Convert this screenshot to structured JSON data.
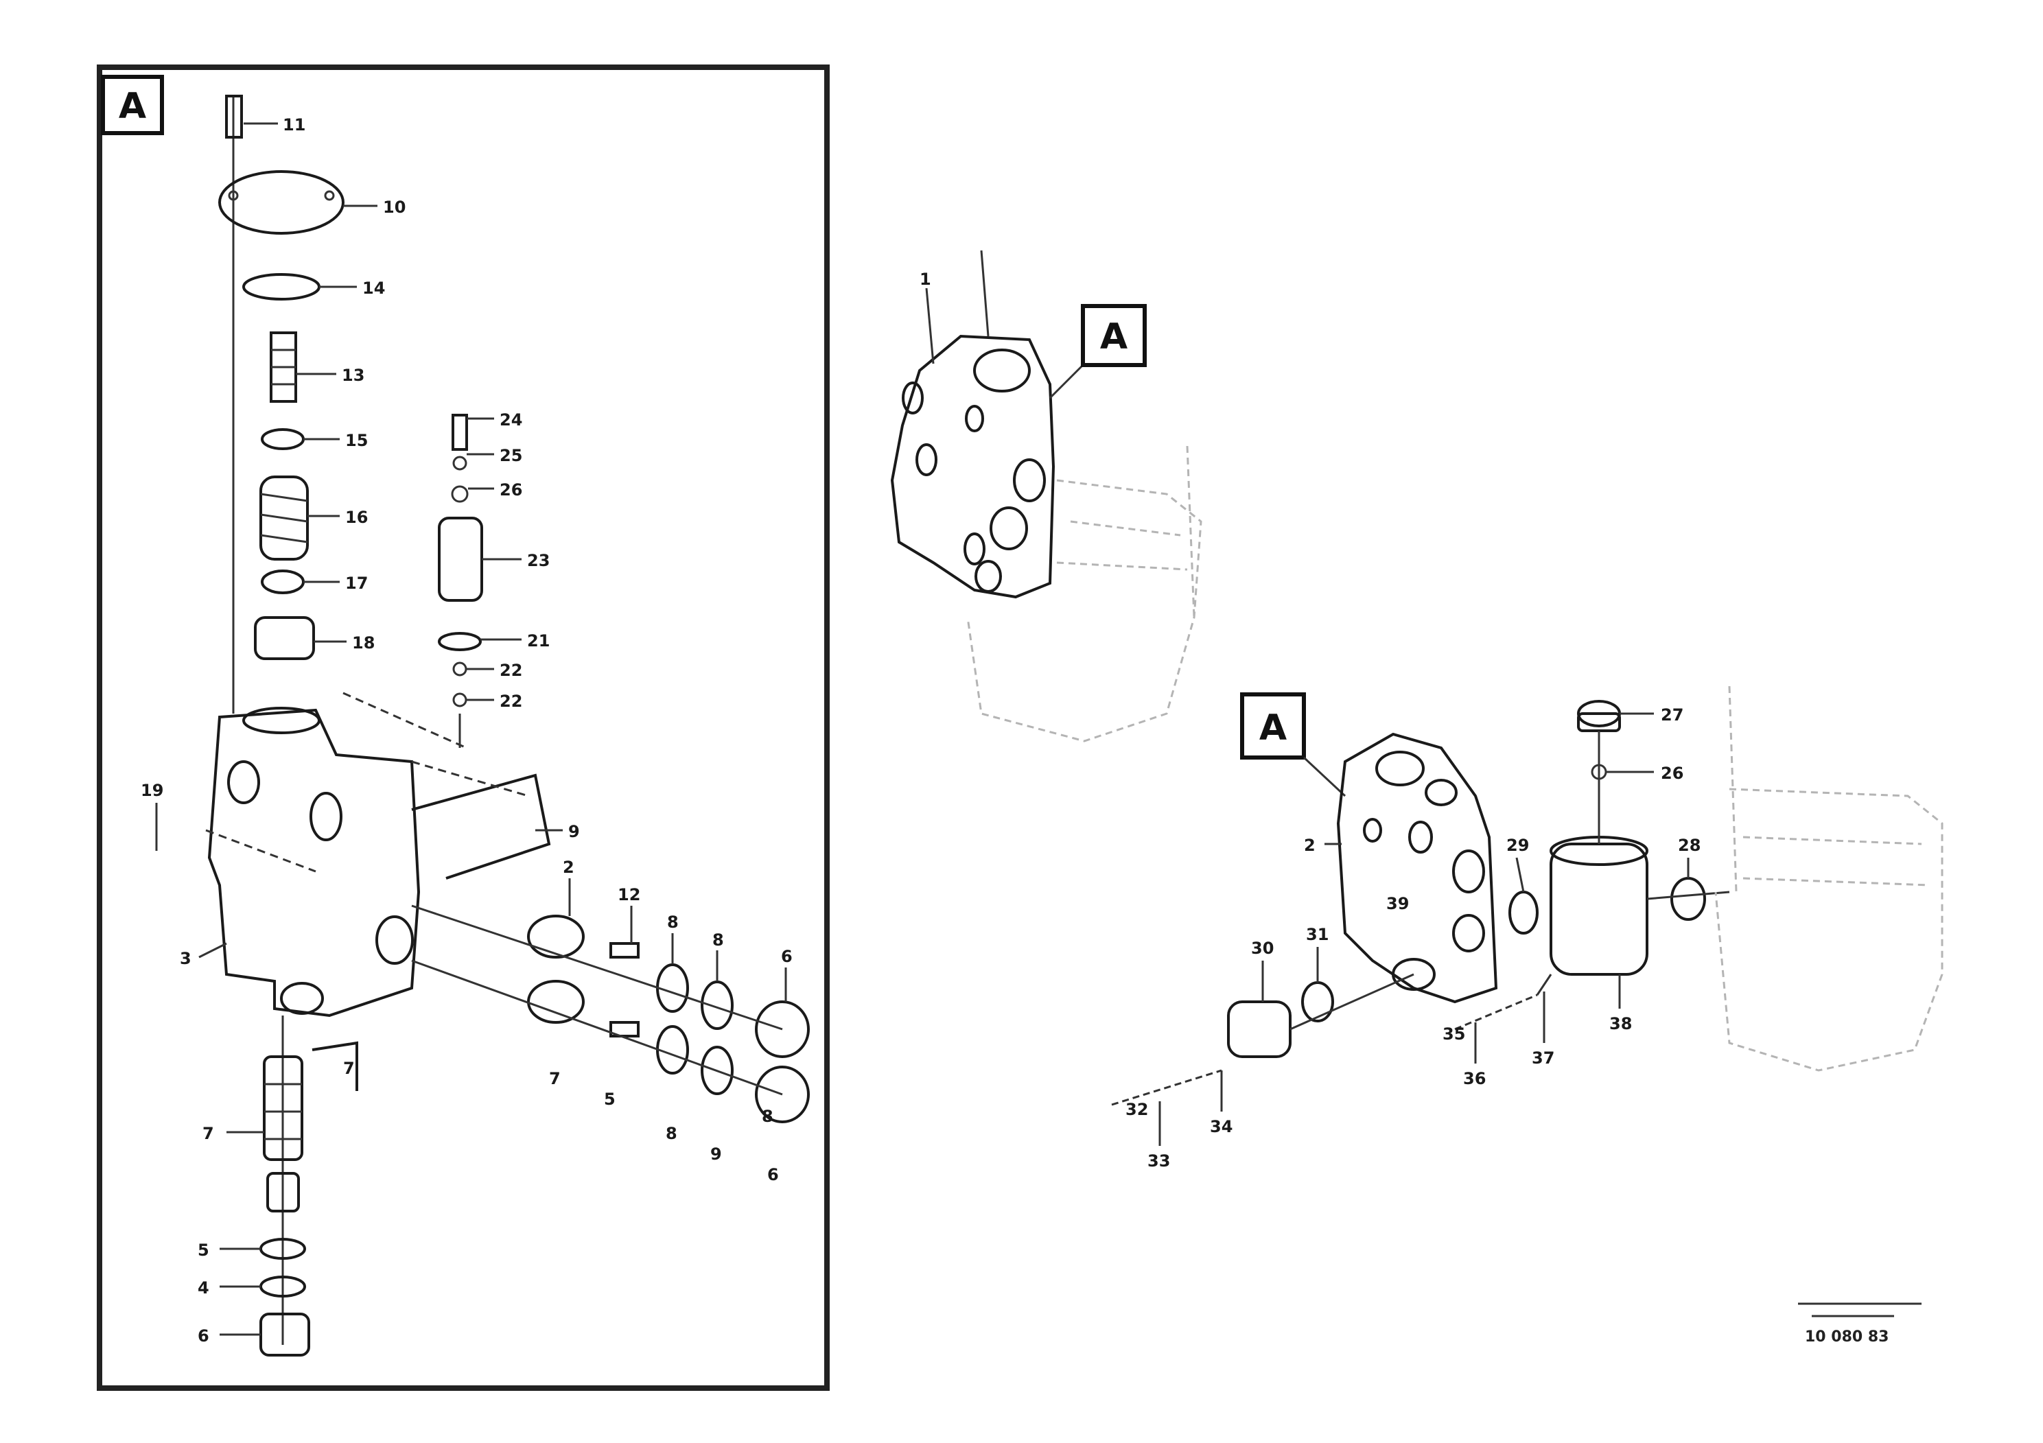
{
  "detail_callout": "A",
  "reference_code": "10 080 83",
  "detail_labels": [
    "11",
    "10",
    "14",
    "13",
    "15",
    "16",
    "17",
    "18",
    "24",
    "25",
    "26",
    "23",
    "21",
    "22",
    "22",
    "19",
    "9",
    "3",
    "2",
    "12",
    "8",
    "8",
    "6",
    "7",
    "5",
    "8",
    "9",
    "6",
    "7",
    "5",
    "4",
    "6",
    "7",
    "8"
  ],
  "main_labels": [
    "1",
    "2",
    "27",
    "26",
    "28",
    "29",
    "30",
    "31",
    "32",
    "33",
    "34",
    "35",
    "36",
    "37",
    "38",
    "39"
  ]
}
